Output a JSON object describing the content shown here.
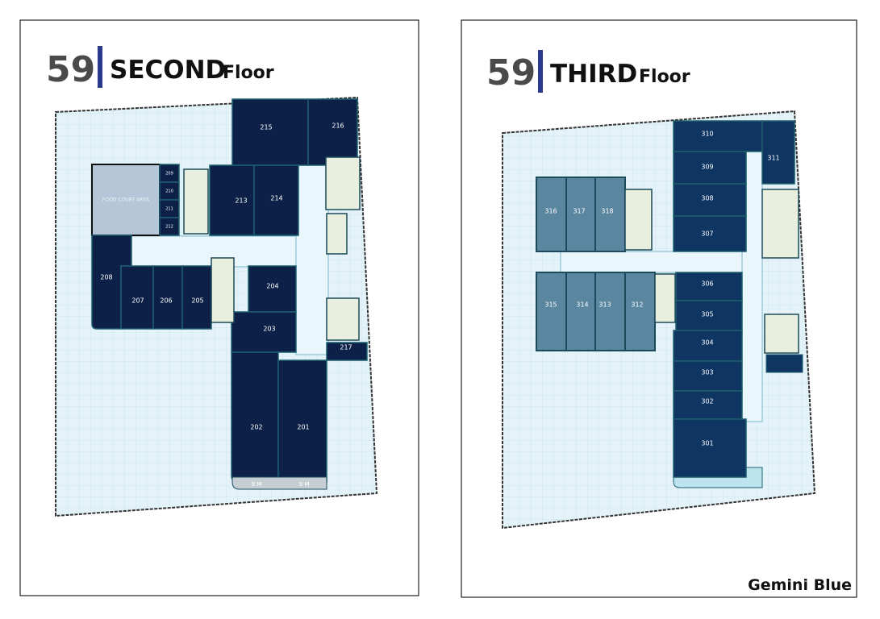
{
  "colors": {
    "unit": "#0d2148",
    "unit_third": "#0f3663",
    "unit_alt": "#5a86a0",
    "site": "#e3f3f9",
    "accent_bar": "#2b3a8c",
    "food_court": "#b4c6d8"
  },
  "brand": "Gemini Blue",
  "second_floor": {
    "building": "59",
    "title": "SECOND",
    "subtitle": "Floor",
    "food_court": "FOOD COURT AREA",
    "setback": "9 M",
    "units": [
      "201",
      "202",
      "203",
      "204",
      "205",
      "206",
      "207",
      "208",
      "209",
      "210",
      "211",
      "212",
      "213",
      "214",
      "215",
      "216",
      "217"
    ]
  },
  "third_floor": {
    "building": "59",
    "title": "THIRD",
    "subtitle": "Floor",
    "units": [
      "301",
      "302",
      "303",
      "304",
      "305",
      "306",
      "307",
      "308",
      "309",
      "310",
      "311",
      "312",
      "313",
      "314",
      "315",
      "316",
      "317",
      "318"
    ]
  }
}
